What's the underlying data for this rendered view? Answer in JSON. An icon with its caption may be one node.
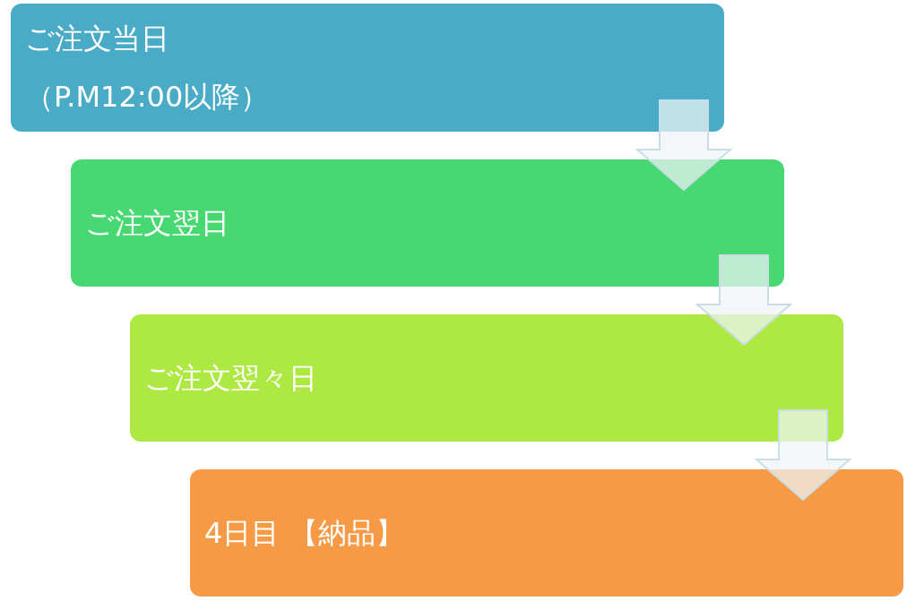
{
  "diagram": {
    "nodes": [
      {
        "text": [
          "ご注文当日",
          "（P.M12:00以降）"
        ]
      },
      {
        "text": [
          "ご注文翌日"
        ]
      },
      {
        "text": [
          "ご注文翌々日"
        ]
      },
      {
        "text": [
          "4日目 【納品】"
        ]
      }
    ],
    "edges": [
      {
        "from": 0,
        "to": 1,
        "arrow": "to"
      },
      {
        "from": 1,
        "to": 2,
        "arrow": "to"
      },
      {
        "from": 2,
        "to": 3,
        "arrow": "to"
      }
    ]
  }
}
